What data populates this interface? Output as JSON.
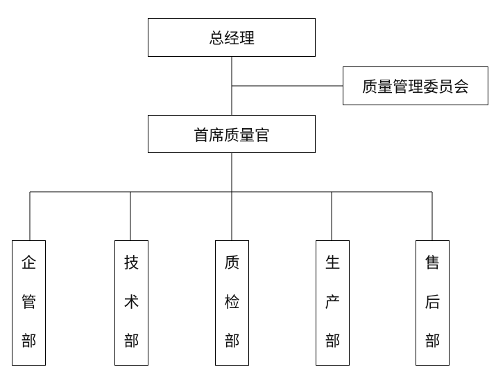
{
  "nodes": {
    "general_manager": "总经理",
    "quality_committee": "质量管理委员会",
    "chief_quality_officer": "首席质量官"
  },
  "departments": [
    {
      "chars": [
        "企",
        "管",
        "部"
      ]
    },
    {
      "chars": [
        "技",
        "术",
        "部"
      ]
    },
    {
      "chars": [
        "质",
        "检",
        "部"
      ]
    },
    {
      "chars": [
        "生",
        "产",
        "部"
      ]
    },
    {
      "chars": [
        "售",
        "后",
        "部"
      ]
    }
  ]
}
